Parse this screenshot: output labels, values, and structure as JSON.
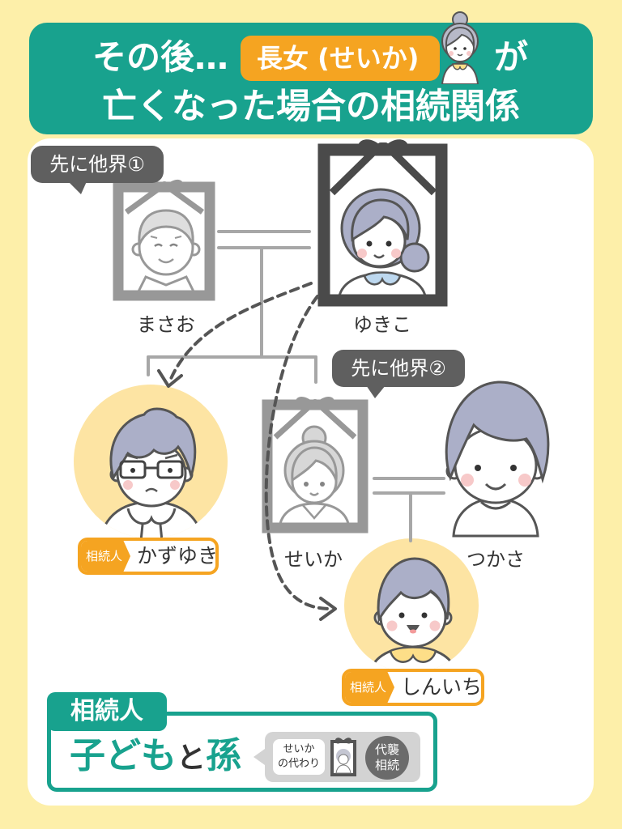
{
  "colors": {
    "background": "#FDEFA9",
    "teal": "#18A28E",
    "orange": "#F5A421",
    "heir_circle": "#FDE4A3",
    "bubble": "#5F5F5F",
    "hair": "#ABAFC8"
  },
  "header": {
    "prefix": "その後…",
    "highlight": "長女 (せいか)",
    "suffix": "が",
    "line2": "亡くなった場合の相続関係"
  },
  "bubbles": {
    "first": "先に他界①",
    "second": "先に他界②"
  },
  "family": {
    "masao": "まさお",
    "yukiko": "ゆきこ",
    "seika": "せいか",
    "tsukasa": "つかさ"
  },
  "heirs": [
    {
      "tag": "相続人",
      "name": "かずゆき"
    },
    {
      "tag": "相続人",
      "name": "しんいち"
    }
  ],
  "summary": {
    "tab": "相続人",
    "children": "子ども",
    "and": "と",
    "grandchild": "孫",
    "note_line1": "せいか",
    "note_line2": "の代わり",
    "badge_line1": "代襲",
    "badge_line2": "相続"
  }
}
